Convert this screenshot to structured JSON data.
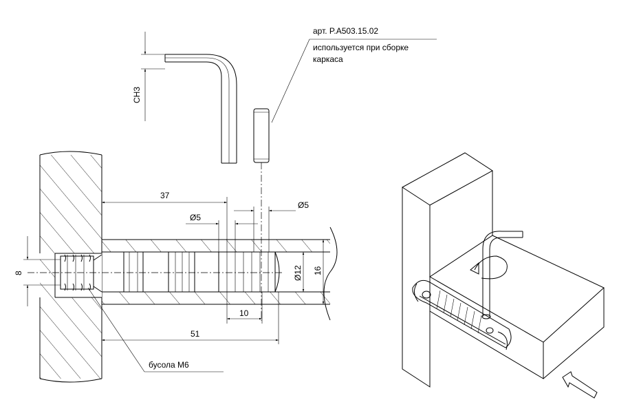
{
  "notes": {
    "article": "арт. P.A503.15.02",
    "usage_line1": "используется при сборке",
    "usage_line2": "каркаса",
    "bushing": "бусола М6"
  },
  "dimensions": {
    "hex_key": "СН3",
    "len_37": "37",
    "dia_5_left": "Ø5",
    "dia_5_right": "Ø5",
    "dia_12": "Ø12",
    "height_16": "16",
    "thread_8": "8",
    "len_10": "10",
    "len_51": "51"
  }
}
